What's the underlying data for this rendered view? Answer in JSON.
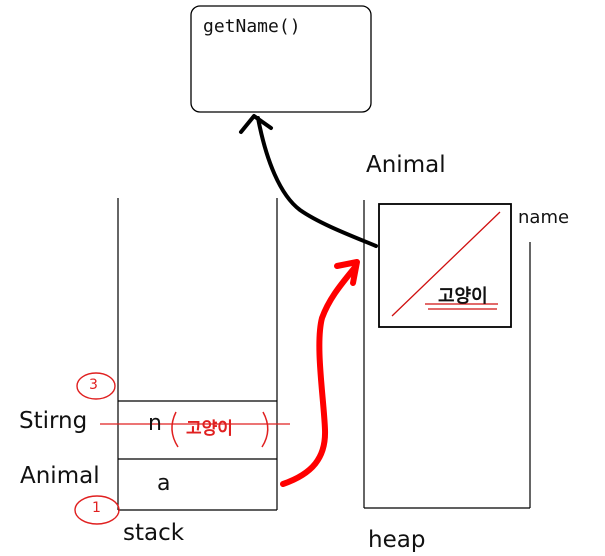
{
  "method_box": {
    "label": "getName()"
  },
  "heap_object": {
    "class_label": "Animal",
    "field_label": "name",
    "value_label": "고양이"
  },
  "stack": {
    "rows": [
      {
        "type_label": "Stirng",
        "var_label": "n",
        "value_label": "고양이",
        "step": "3"
      },
      {
        "type_label": "Animal",
        "var_label": "a",
        "step": "1"
      }
    ],
    "label": "stack"
  },
  "heap": {
    "label": "heap"
  },
  "colors": {
    "ink": "#000000",
    "annotation": "#e02020"
  }
}
